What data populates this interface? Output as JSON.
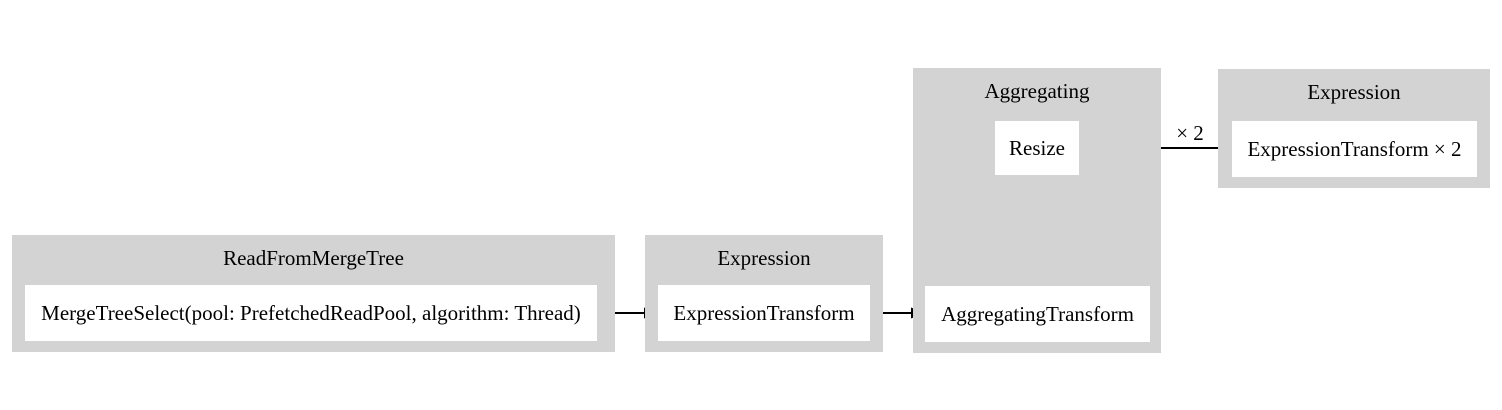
{
  "diagram": {
    "type": "query-pipeline-graph",
    "background": "#ffffff",
    "colors": {
      "cluster_fill": "#d3d3d3",
      "node_fill": "#ffffff",
      "edge_stroke": "#000000",
      "text": "#000000"
    },
    "clusters": [
      {
        "title": "ReadFromMergeTree",
        "nodes": [
          "MergeTreeSelect(pool: PrefetchedReadPool, algorithm: Thread)"
        ]
      },
      {
        "title": "Expression",
        "nodes": [
          "ExpressionTransform"
        ]
      },
      {
        "title": "Aggregating",
        "nodes": [
          "Resize",
          "AggregatingTransform"
        ]
      },
      {
        "title": "Expression",
        "nodes": [
          "ExpressionTransform × 2"
        ]
      }
    ],
    "edges": [
      {
        "from": "MergeTreeSelect(pool: PrefetchedReadPool, algorithm: Thread)",
        "to": "ExpressionTransform",
        "label": ""
      },
      {
        "from": "ExpressionTransform",
        "to": "AggregatingTransform",
        "label": ""
      },
      {
        "from": "AggregatingTransform",
        "to": "Resize",
        "label": ""
      },
      {
        "from": "Resize",
        "to": "ExpressionTransform × 2",
        "label": "× 2"
      }
    ]
  }
}
